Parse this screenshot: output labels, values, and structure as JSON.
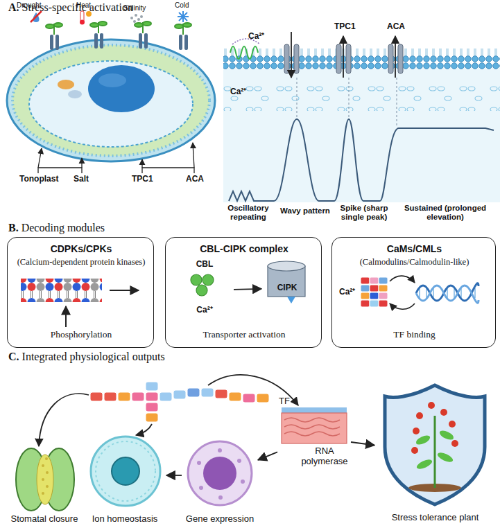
{
  "diagram": {
    "nodes": [
      {
        "text": [
          "CDPKs/CPKs",
          "(Calcium-dependent protein kinases)",
          "Phosphorylation"
        ]
      },
      {
        "text": [
          "CBL-CIPK complex",
          "Transporter activation"
        ]
      },
      {
        "text": [
          "CBL",
          "Ca²⁺"
        ],
        "in": 1
      },
      {
        "text": [
          "CIPK"
        ],
        "in": 1
      },
      {
        "text": [
          "CaMs/CMLs",
          "(Calmodulins/Calmodulin-like)",
          "Ca²⁺",
          "TF binding"
        ]
      },
      {
        "text": [
          "Stomatal closure"
        ]
      },
      {
        "text": [
          "Ion homeostasis"
        ]
      },
      {
        "text": [
          "Gene expression"
        ]
      },
      {
        "text": [
          "TF",
          "RNA polymerase"
        ]
      },
      {
        "text": [
          "Stress tolerance plant"
        ]
      }
    ],
    "edges": [
      {
        "from": 2,
        "to": 3,
        "arrow": "to"
      },
      {
        "from": 8,
        "to": 7,
        "arrow": "to"
      },
      {
        "from": 7,
        "to": 6,
        "arrow": "to"
      },
      {
        "from": 8,
        "to": 9,
        "arrow": "to"
      }
    ],
    "labels": [
      "A. Stress-specific activation",
      "Drought",
      "Heat",
      "Salinity",
      "Cold",
      "Tonoplast",
      "Salt",
      "TPC1",
      "ACA",
      "Ca²⁺",
      "TPC1",
      "ACA",
      "Ca²⁺",
      "Oscillatory repeating",
      "Wavy pattern",
      "Spike (sharp single peak)",
      "Sustained (prolonged elevation)",
      "B. Decoding modules",
      "C. Integrated physiological outputs"
    ]
  }
}
